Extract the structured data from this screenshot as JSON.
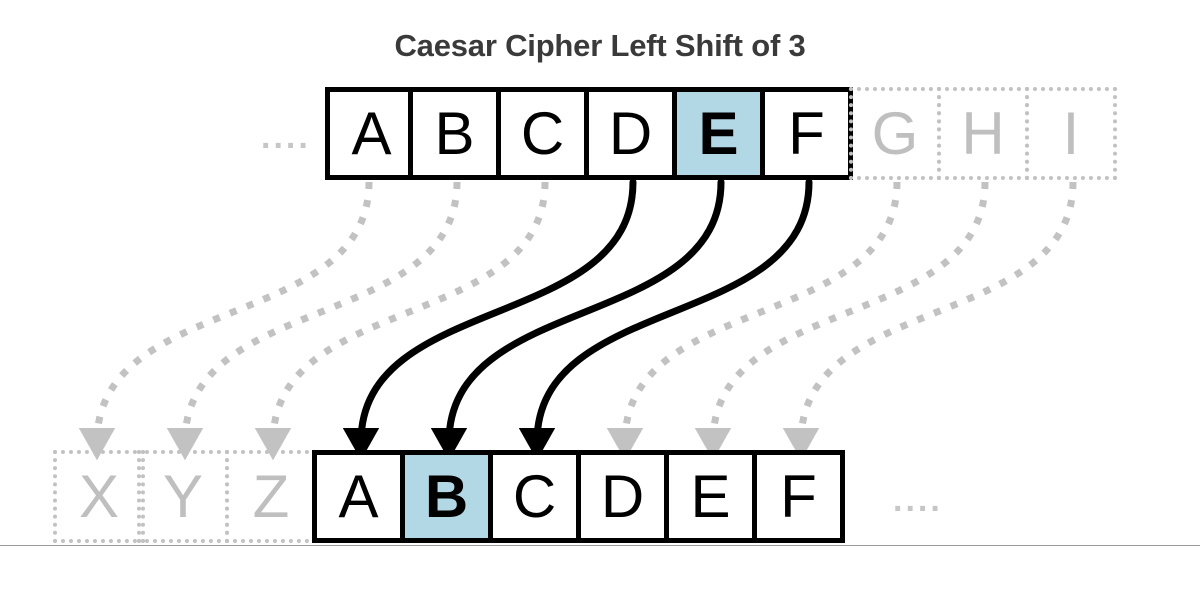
{
  "title": "Caesar Cipher Left Shift of 3",
  "colors": {
    "highlight": "#b3d8e5",
    "solid_stroke": "#000000",
    "ghost_stroke": "#c2c2c2",
    "ghost_text": "#bfbfbf",
    "title_text": "#3a3a3a",
    "baseline": "#9a9a9a"
  },
  "diagram": {
    "type": "caesar-cipher-shift",
    "shift": 3,
    "direction": "left",
    "plain_highlight": "E",
    "cipher_highlight": "B"
  },
  "top_row": {
    "label": "plaintext-alphabet",
    "lead_ellipsis": "....",
    "cells": [
      {
        "letter": "A",
        "state": "solid",
        "highlight": false
      },
      {
        "letter": "B",
        "state": "solid",
        "highlight": false
      },
      {
        "letter": "C",
        "state": "solid",
        "highlight": false
      },
      {
        "letter": "D",
        "state": "solid",
        "highlight": false
      },
      {
        "letter": "E",
        "state": "solid",
        "highlight": true
      },
      {
        "letter": "F",
        "state": "solid",
        "highlight": false
      },
      {
        "letter": "G",
        "state": "ghost",
        "highlight": false
      },
      {
        "letter": "H",
        "state": "ghost",
        "highlight": false
      },
      {
        "letter": "I",
        "state": "ghost",
        "highlight": false
      }
    ]
  },
  "bottom_row": {
    "label": "ciphertext-alphabet",
    "trail_ellipsis": "....",
    "cells": [
      {
        "letter": "X",
        "state": "ghost",
        "highlight": false
      },
      {
        "letter": "Y",
        "state": "ghost",
        "highlight": false
      },
      {
        "letter": "Z",
        "state": "ghost",
        "highlight": false
      },
      {
        "letter": "A",
        "state": "solid",
        "highlight": false
      },
      {
        "letter": "B",
        "state": "solid",
        "highlight": true
      },
      {
        "letter": "C",
        "state": "solid",
        "highlight": false
      },
      {
        "letter": "D",
        "state": "solid",
        "highlight": false
      },
      {
        "letter": "E",
        "state": "solid",
        "highlight": false
      },
      {
        "letter": "F",
        "state": "solid",
        "highlight": false
      }
    ]
  },
  "mappings": [
    {
      "from": "A",
      "to": "X",
      "style": "dotted"
    },
    {
      "from": "B",
      "to": "Y",
      "style": "dotted"
    },
    {
      "from": "C",
      "to": "Z",
      "style": "dotted"
    },
    {
      "from": "D",
      "to": "A",
      "style": "solid"
    },
    {
      "from": "E",
      "to": "B",
      "style": "solid"
    },
    {
      "from": "F",
      "to": "C",
      "style": "solid"
    },
    {
      "from": "G",
      "to": "D",
      "style": "dotted"
    },
    {
      "from": "H",
      "to": "E",
      "style": "dotted"
    },
    {
      "from": "I",
      "to": "F",
      "style": "dotted"
    }
  ]
}
